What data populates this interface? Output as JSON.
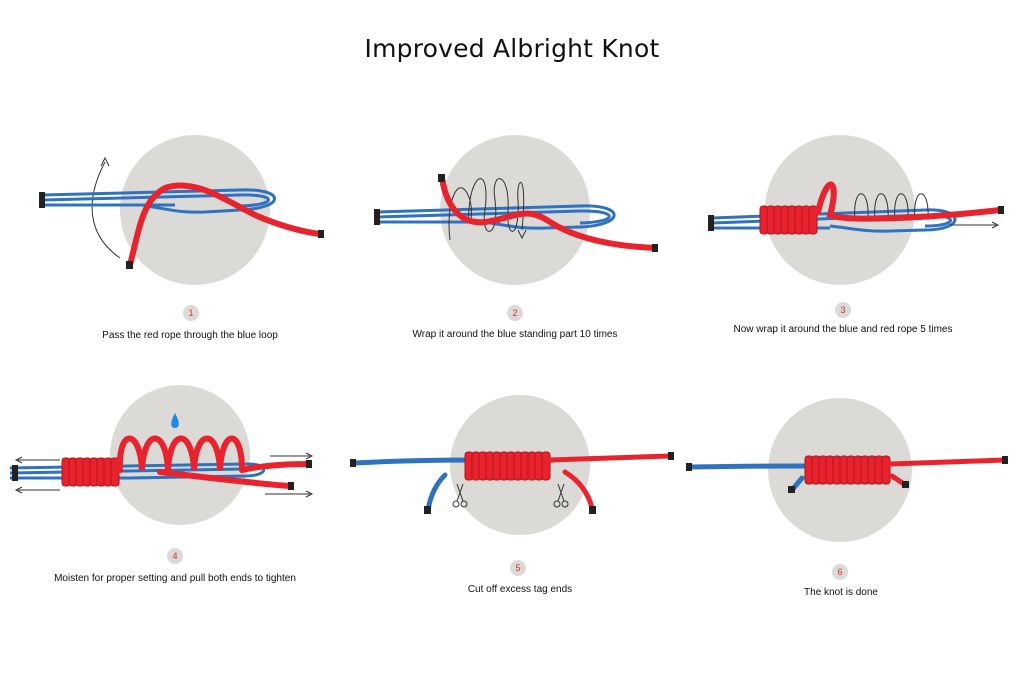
{
  "title": "Improved Albright Knot",
  "colors": {
    "red_rope": "#e8232d",
    "blue_rope": "#2f72c0",
    "circle": "#dcdad7",
    "badge_text": "#d93025",
    "arrow": "#333333",
    "water_drop": "#1e88e5"
  },
  "steps": [
    {
      "number": "1",
      "caption": "Pass the red rope through the blue loop"
    },
    {
      "number": "2",
      "caption": "Wrap it around the blue standing part 10 times"
    },
    {
      "number": "3",
      "caption": "Now wrap it around the blue and red rope 5 times"
    },
    {
      "number": "4",
      "caption": "Moisten for proper setting and pull both ends to tighten"
    },
    {
      "number": "5",
      "caption": "Cut off excess tag ends"
    },
    {
      "number": "6",
      "caption": "The knot is done"
    }
  ]
}
